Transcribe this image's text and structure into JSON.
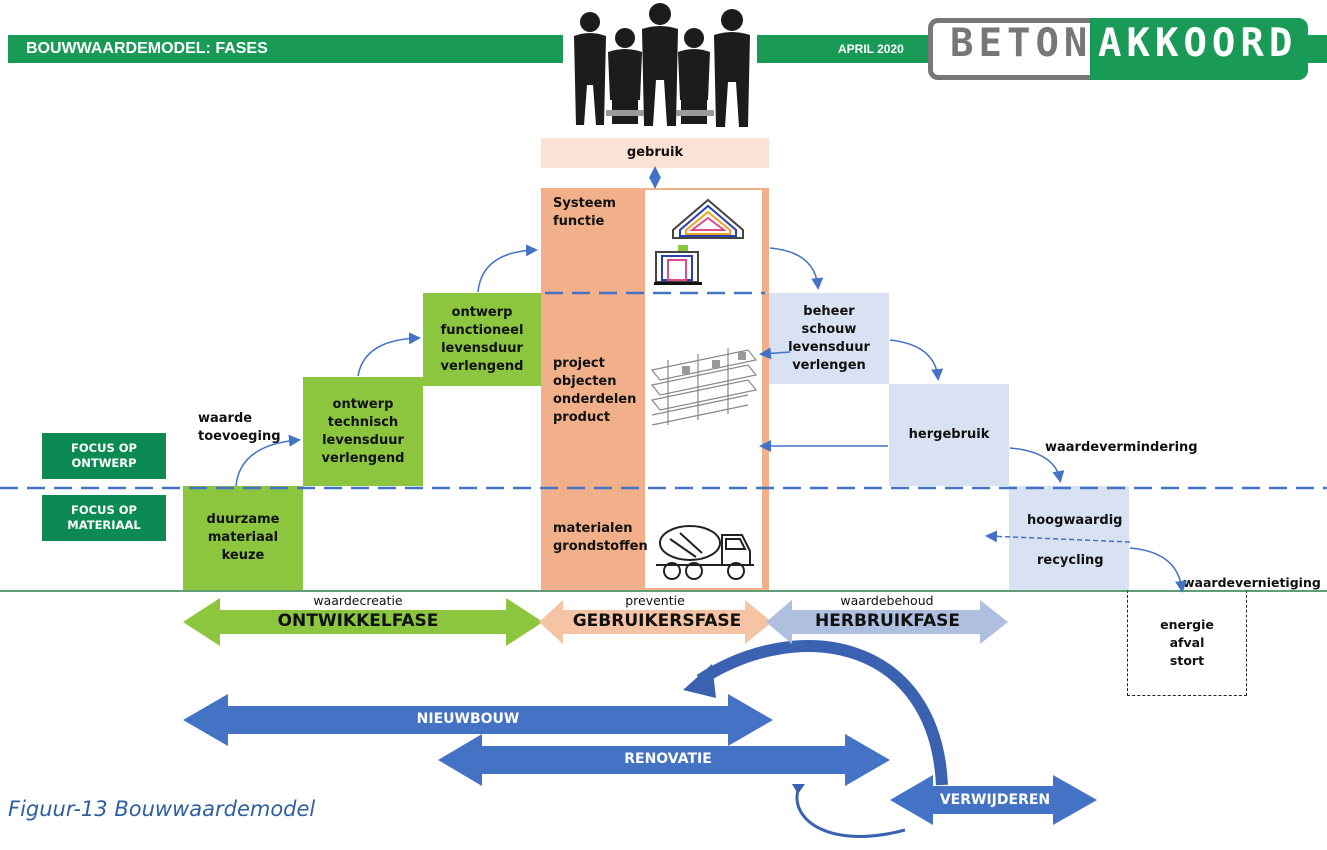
{
  "header": {
    "title": "BOUWWAARDEMODEL: FASES",
    "date": "APRIL 2020",
    "logo_part1": "BETON",
    "logo_part2": "AKKOORD"
  },
  "top": {
    "gebruik": "gebruik"
  },
  "steps": {
    "duurzame": "duurzame\nmateriaal\nkeuze",
    "technisch": "ontwerp\ntechnisch\nlevensduur\nverlengend",
    "functioneel": "ontwerp\nfunctioneel\nlevensduur\nverlengend",
    "beheer": "beheer\nschouw\nlevensduur\nverlengen",
    "hergebruik": "hergebruik",
    "hoogwaardig": "hoogwaardig",
    "recycling": "recycling",
    "energie": "energie\nafval\nstort"
  },
  "center": {
    "systeem": "Systeem\nfunctie",
    "project": "project\nobjecten\nonderdelen\nproduct",
    "materialen": "materialen\ngrondstoffen"
  },
  "focus": {
    "ontwerp": "FOCUS OP\nONTWERP",
    "materiaal": "FOCUS OP\nMATERIAAL"
  },
  "labels": {
    "waarde_toevoeging": "waarde\ntoevoeging",
    "waardevermindering": "waardevermindering",
    "waardevernietiging": "waardevernietiging"
  },
  "phases": [
    {
      "small": "waardecreatie",
      "big": "ONTWIKKELFASE",
      "color": "#8cc63e"
    },
    {
      "small": "preventie",
      "big": "GEBRUIKERSFASE",
      "color": "#f6c3a4"
    },
    {
      "small": "waardebehoud",
      "big": "HERBRUIKFASE",
      "color": "#aebfe0"
    }
  ],
  "bands": {
    "nieuwbouw": "NIEUWBOUW",
    "renovatie": "RENOVATIE",
    "verwijderen": "VERWIJDEREN"
  },
  "caption": "Figuur-13 Bouwwaardemodel",
  "colors": {
    "header_green": "#1a9a57",
    "step_green": "#8cc63e",
    "salmon": "#f1b08a",
    "light_blue": "#d8e2f2",
    "band_blue": "#4472c4",
    "dashed_line": "#4472c4"
  },
  "icons": [
    "people-silhouette-icon",
    "house-layers-icon",
    "structure-drawing-icon",
    "cement-truck-icon"
  ]
}
